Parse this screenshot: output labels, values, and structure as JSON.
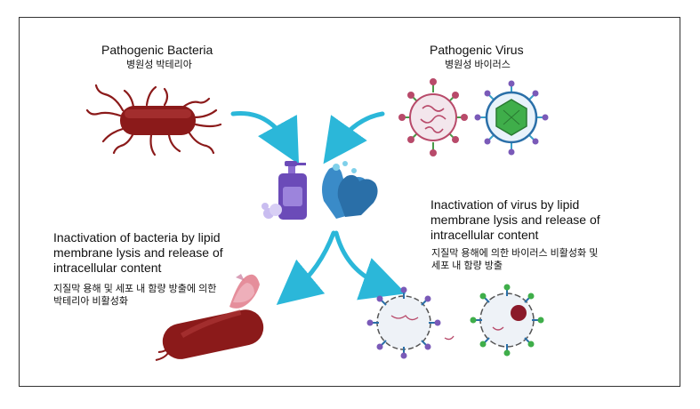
{
  "bacteria": {
    "title": "Pathogenic Bacteria",
    "title_ko": "병원성 박테리아"
  },
  "virus": {
    "title": "Pathogenic Virus",
    "title_ko": "병원성 바이러스"
  },
  "virus_inactivation": {
    "line1": "Inactivation of virus by lipid",
    "line2": "membrane lysis and release of",
    "line3": "intracellular content",
    "ko_line1": "지질막 용해에 의한 바이러스 비활성화 및",
    "ko_line2": "세포 내 함량 방출"
  },
  "bacteria_inactivation": {
    "line1": "Inactivation of bacteria by lipid",
    "line2": "membrane lysis and release of",
    "line3": "intracellular content",
    "ko_line1": "지질막 용해 및 세포 내 함량 방출에 의한",
    "ko_line2": "박테리아 비활성화"
  },
  "colors": {
    "arrow": "#2bb7d9",
    "bacteria_body": "#8b1a1a",
    "virus_spike": "#3aa0c8",
    "soap": "#6b4bb8",
    "hands": "#2a6fa8"
  }
}
